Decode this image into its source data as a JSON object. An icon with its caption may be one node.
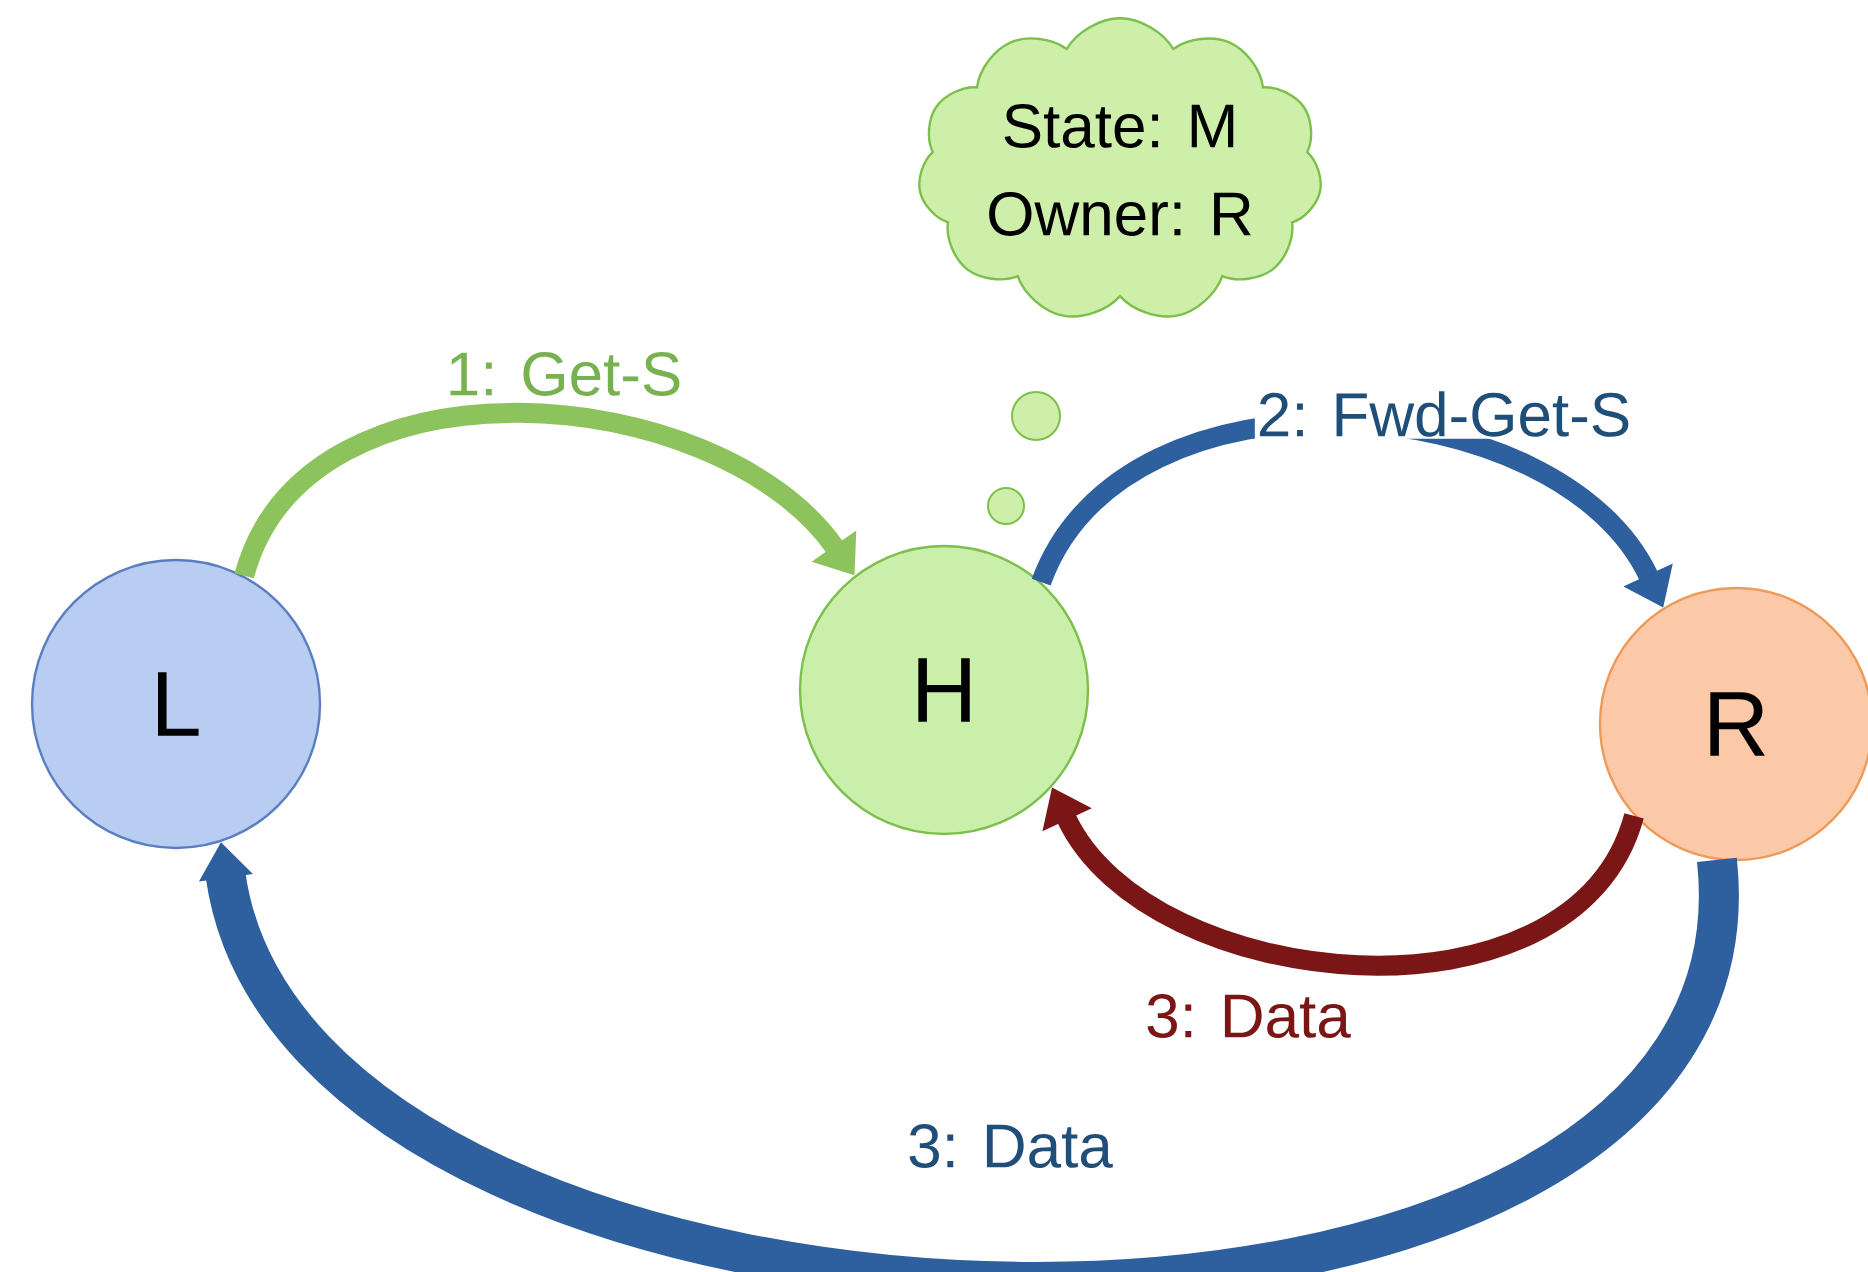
{
  "diagram": {
    "nodes": [
      {
        "text": [
          "L"
        ]
      },
      {
        "text": [
          "H"
        ]
      },
      {
        "text": [
          "R"
        ]
      },
      {
        "text": [
          "State: M",
          "Owner: R"
        ]
      }
    ],
    "edges": [
      {
        "from": 0,
        "to": 1,
        "arrow": "to",
        "label": "1: Get-S",
        "color": "#8cc35c"
      },
      {
        "from": 1,
        "to": 2,
        "arrow": "to",
        "label": "2: Fwd-Get-S",
        "color": "#2e5f9e"
      },
      {
        "from": 2,
        "to": 1,
        "arrow": "to",
        "label": "3: Data",
        "color": "#7a1616"
      },
      {
        "from": 2,
        "to": 0,
        "arrow": "to",
        "label": "3: Data",
        "color": "#2e5f9e",
        "style": "thick"
      }
    ]
  }
}
